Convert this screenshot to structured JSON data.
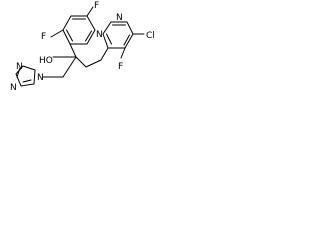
{
  "molecule": {
    "atom_labels": {
      "f_top": "F",
      "f_left": "F",
      "ho": "HO",
      "n_triazole_1": "N",
      "n_triazole_2": "N",
      "n_triazole_3": "N",
      "n_pyrimidine_1": "N",
      "n_pyrimidine_2": "N",
      "cl": "Cl",
      "f_pyrimidine": "F"
    }
  }
}
